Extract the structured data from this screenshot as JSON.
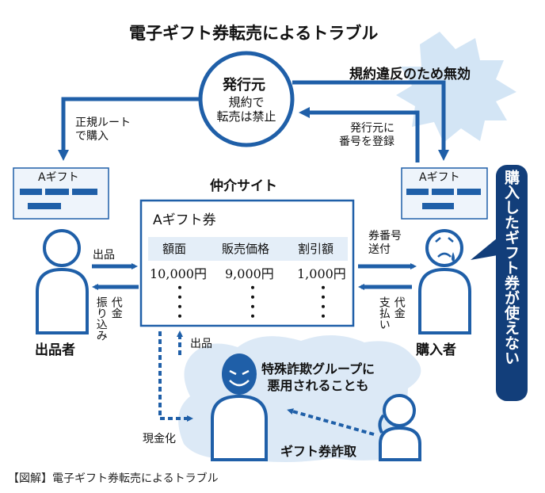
{
  "title": "電子ギフト券転売によるトラブル",
  "caption": "【図解】電子ギフト券転売によるトラブル",
  "issuer": {
    "title": "発行元",
    "note": "規約で\n転売は禁止"
  },
  "void_notice": "規約違反のため無効",
  "flows": {
    "official_route": "正規ルート\nで購入",
    "register": "発行元に\n番号を登録",
    "list_item": "出品",
    "send_code": "券番号\n送付",
    "payout": "振り込み",
    "payout_sub": "代金",
    "payment": "支払い",
    "payment_sub": "代金",
    "list_item_fraud": "出品",
    "cash_out": "現金化",
    "steal": "ギフト券詐取"
  },
  "gift_card_label": "Aギフト",
  "site": {
    "title": "仲介サイト",
    "card_title": "Aギフト券",
    "headers": [
      "額面",
      "販売価格",
      "割引額"
    ],
    "row": [
      "10,000円",
      "9,000円",
      "1,000円"
    ]
  },
  "seller": "出品者",
  "buyer": "購入者",
  "buyer_problem": "購入したギフト券が使えない",
  "fraud_group": "特殊詐欺グループに\n悪用されることも",
  "colors": {
    "blue": "#1f5fa8",
    "light_blue": "#dce9f6",
    "navy": "#123e7a"
  }
}
